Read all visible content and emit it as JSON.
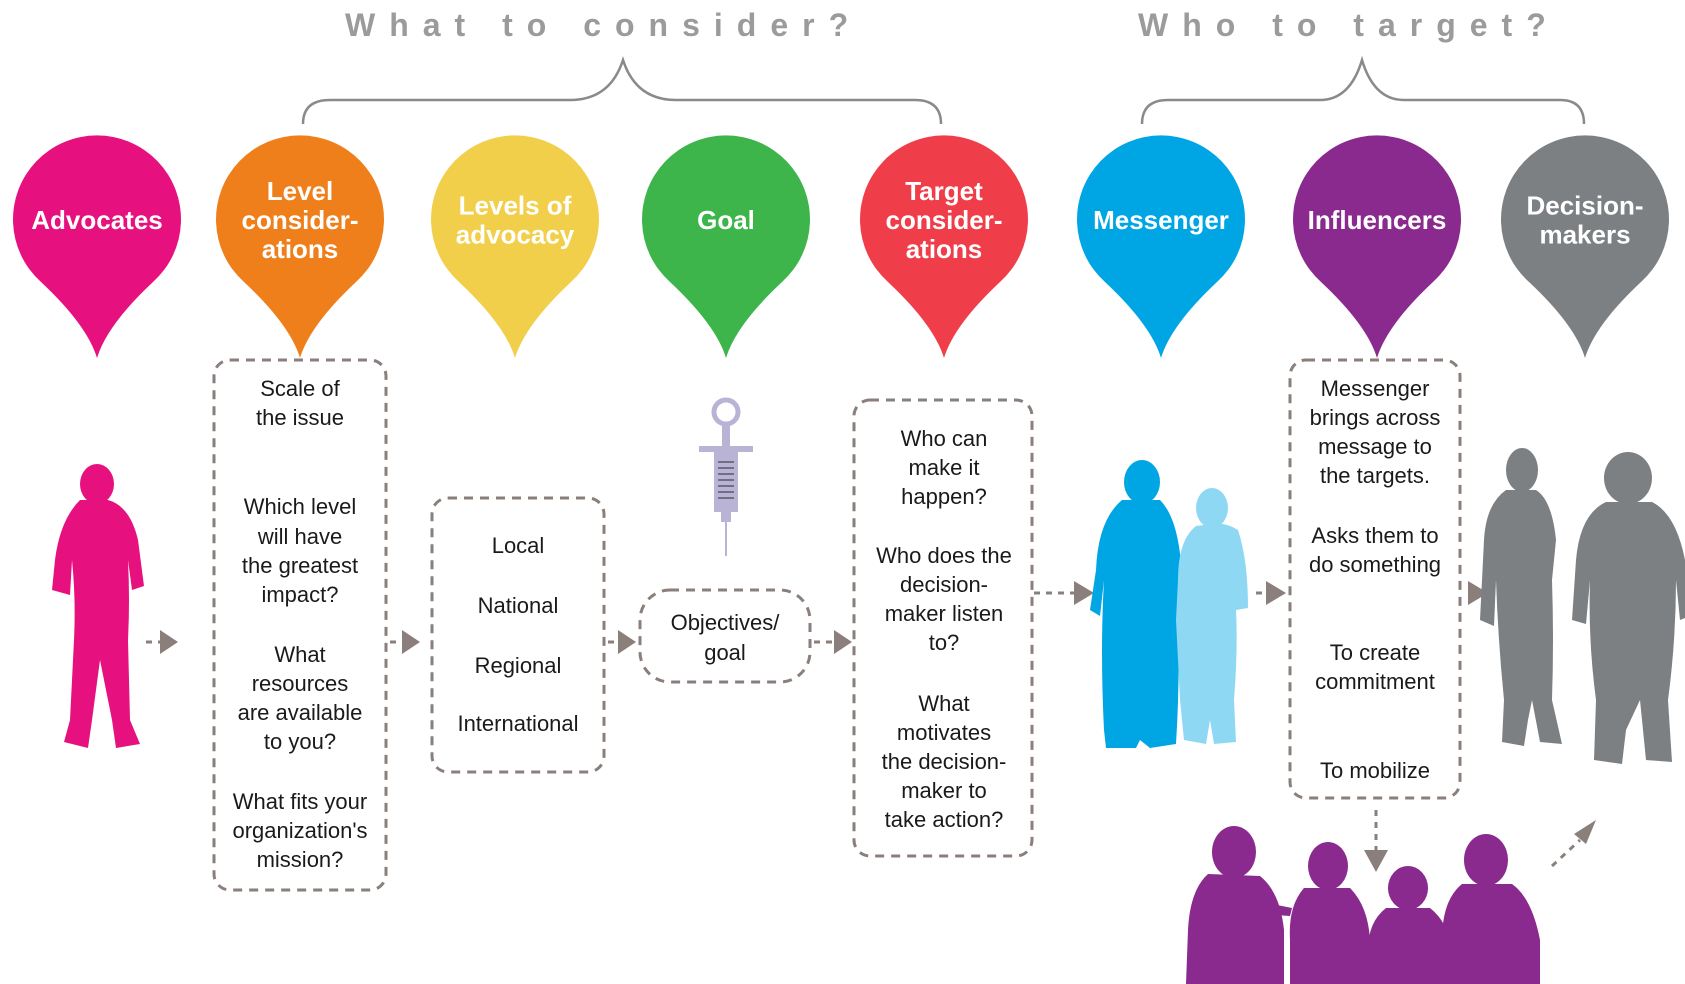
{
  "headings": {
    "consider": "What to consider?",
    "target": "Who to target?"
  },
  "pins": [
    {
      "id": "advocates",
      "lines": [
        "Advocates"
      ],
      "color": "#e6117f"
    },
    {
      "id": "level-considerations",
      "lines": [
        "Level",
        "consider-",
        "ations"
      ],
      "color": "#ef7f1a"
    },
    {
      "id": "levels-of-advocacy",
      "lines": [
        "Levels of",
        "advocacy"
      ],
      "color": "#f2cf4b"
    },
    {
      "id": "goal",
      "lines": [
        "Goal"
      ],
      "color": "#3db54a"
    },
    {
      "id": "target-considerations",
      "lines": [
        "Target",
        "consider-",
        "ations"
      ],
      "color": "#ef3e4a"
    },
    {
      "id": "messenger",
      "lines": [
        "Messenger"
      ],
      "color": "#00a6e4"
    },
    {
      "id": "influencers",
      "lines": [
        "Influencers"
      ],
      "color": "#8b2a8e"
    },
    {
      "id": "decision-makers",
      "lines": [
        "Decision-",
        "makers"
      ],
      "color": "#7d8083"
    }
  ],
  "boxes": {
    "level": [
      "Scale of",
      "the issue",
      "",
      "Which level",
      "will have",
      "the greatest",
      "impact?",
      "What",
      "resources",
      "are available",
      "to you?",
      "What fits your",
      "organization's",
      "mission?"
    ],
    "levels": [
      "Local",
      "National",
      "Regional",
      "International"
    ],
    "goal": [
      "Objectives/",
      "goal"
    ],
    "target": [
      "Who can",
      "make it",
      "happen?",
      "Who does the",
      "decision-",
      "maker listen",
      "to?",
      "What",
      "motivates",
      "the decision-",
      "maker to",
      "take action?"
    ],
    "influencers": [
      "Messenger",
      "brings across",
      "message to",
      "the targets.",
      "Asks them to",
      "do something",
      "To create",
      "commitment",
      "To mobilize"
    ]
  },
  "colors": {
    "advocate_figure": "#e6117f",
    "messenger_dark": "#00a6e4",
    "messenger_light": "#8fd8f4",
    "influencer_group": "#8b2a8e",
    "decision_makers": "#7d8083",
    "syringe": "#b9b4d6"
  }
}
